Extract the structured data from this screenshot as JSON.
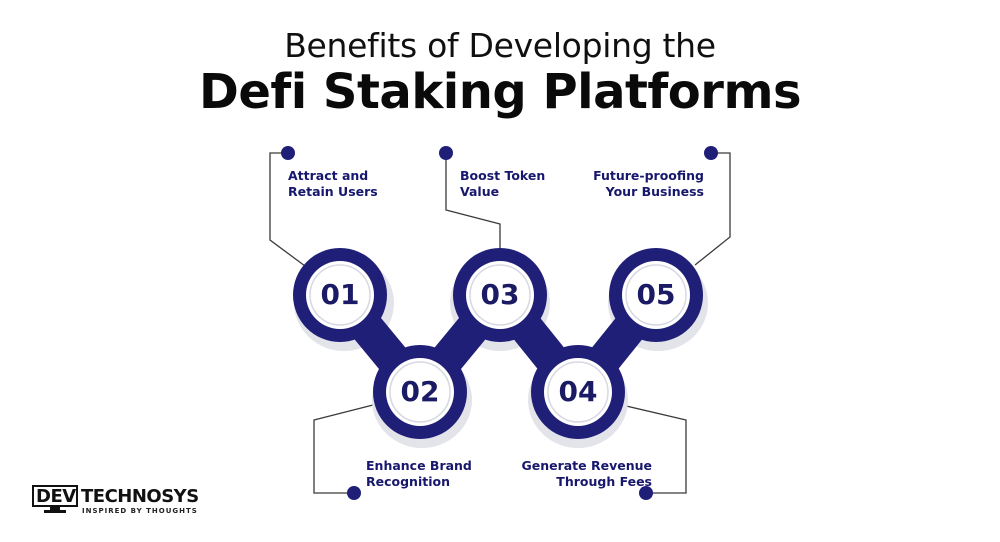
{
  "header": {
    "title_line1": "Benefits of Developing the",
    "title_line2": "Defi Staking Platforms"
  },
  "steps": [
    {
      "number": "01",
      "label_line1": "Attract and",
      "label_line2": "Retain Users"
    },
    {
      "number": "02",
      "label_line1": "Enhance Brand",
      "label_line2": "Recognition"
    },
    {
      "number": "03",
      "label_line1": "Boost Token",
      "label_line2": "Value"
    },
    {
      "number": "04",
      "label_line1": "Generate Revenue",
      "label_line2": "Through Fees"
    },
    {
      "number": "05",
      "label_line1": "Future-proofing",
      "label_line2": "Your Business"
    }
  ],
  "logo": {
    "word_left": "DEV",
    "word_right": "TECHNOSYS",
    "tagline": "INSPIRED BY THOUGHTS"
  },
  "colors": {
    "navy": "#1f1f78",
    "navy_dark": "#14145a",
    "text_navy": "#17176e",
    "line": "#3a3a3a",
    "shadow": "#e3e3ea"
  }
}
